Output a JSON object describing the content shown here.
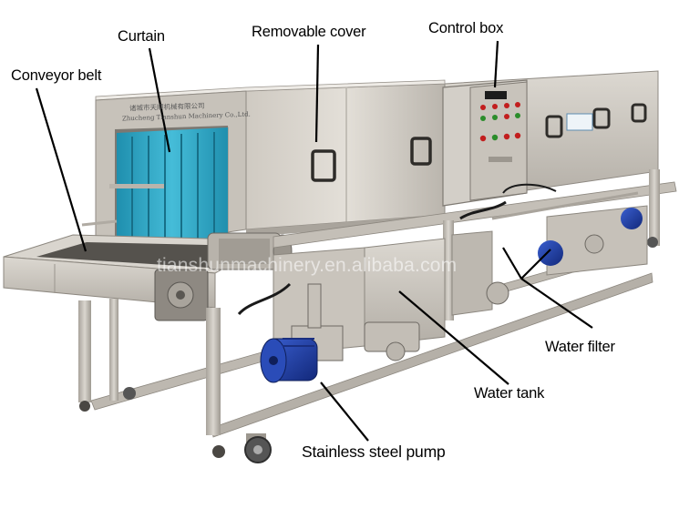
{
  "labels": {
    "conveyor_belt": "Conveyor belt",
    "curtain": "Curtain",
    "removable_cover": "Removable cover",
    "control_box": "Control box",
    "water_filter": "Water filter",
    "water_tank": "Water tank",
    "stainless_steel_pump": "Stainless steel pump"
  },
  "nameplate": {
    "chinese": "诸城市天顺机械有限公司",
    "english": "Zhucheng Tianshun Machinery Co.,Ltd."
  },
  "watermark": "tianshunmachinery.en.alibaba.com",
  "colors": {
    "steel": "#c9c4bc",
    "curtain": "#2fa7c4",
    "pump": "#1f3fa3"
  }
}
